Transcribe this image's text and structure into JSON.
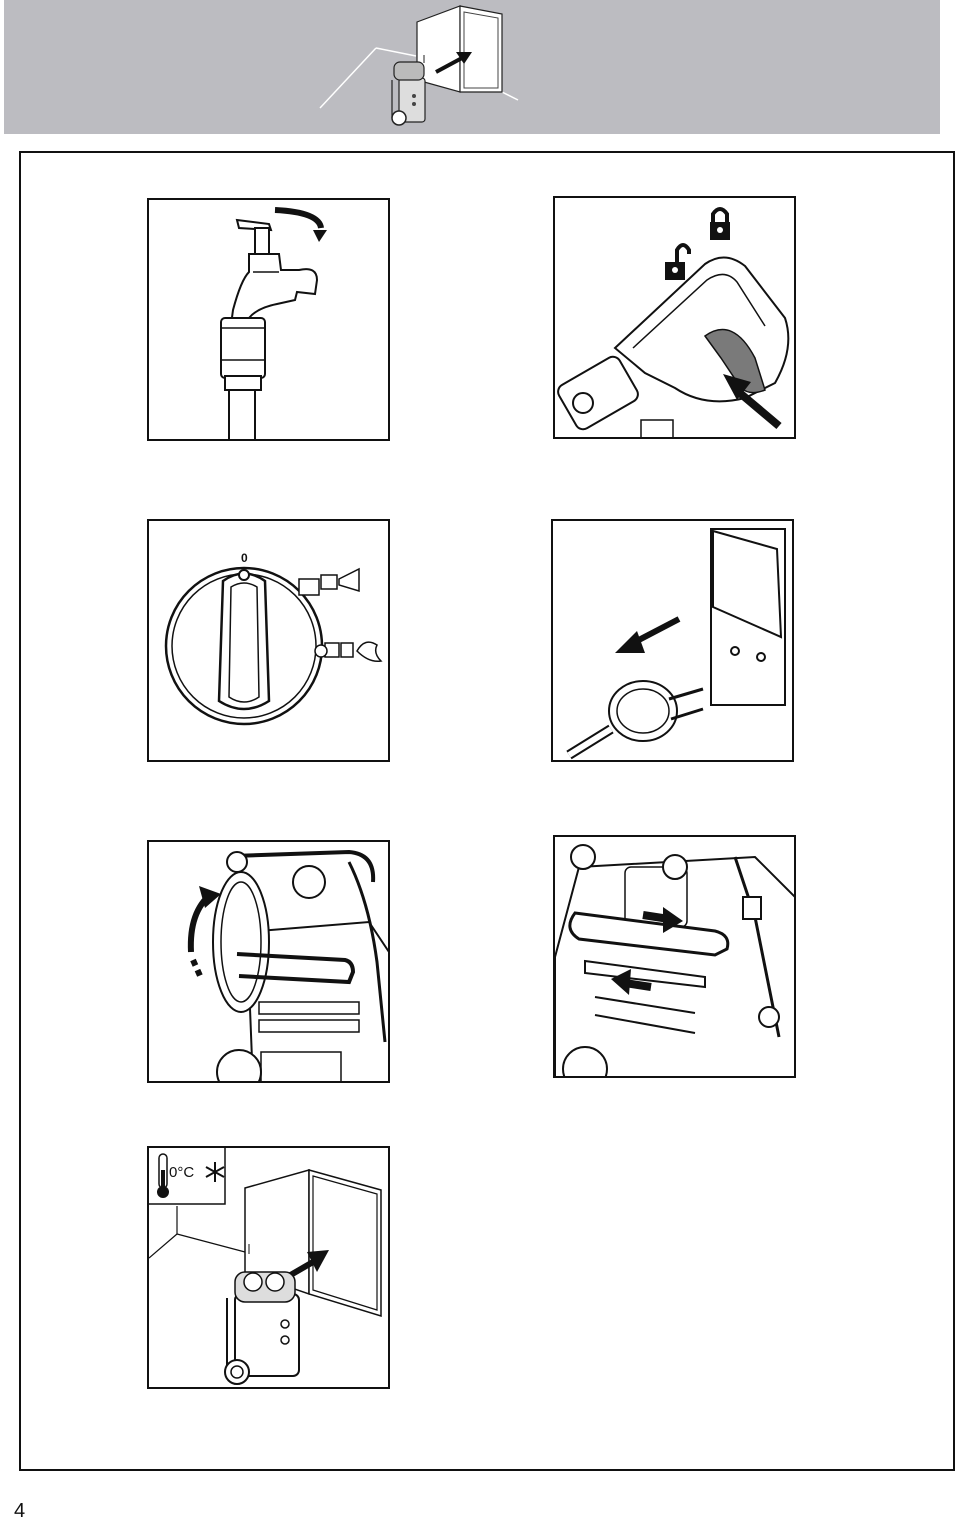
{
  "header": {
    "illustration": "pressure-washer-into-room"
  },
  "panels": [
    {
      "name": "close-water-tap",
      "icon": "tap-turn-icon"
    },
    {
      "name": "trigger-lock",
      "icon": "lock-icon"
    },
    {
      "name": "switch-off-dial",
      "icon": "rotary-switch-icon",
      "dial_label": "0"
    },
    {
      "name": "unplug-mains",
      "icon": "plug-icon"
    },
    {
      "name": "wind-hose",
      "icon": "hose-reel-icon"
    },
    {
      "name": "store-gun",
      "icon": "gun-holder-icon"
    },
    {
      "name": "frost-storage",
      "icon": "thermometer-icon",
      "temperature_label": "0°C",
      "snow_icon": "snowflake-icon"
    }
  ],
  "footer": {
    "page_number": "4"
  },
  "colors": {
    "header_band": "#bcbcc1",
    "line": "#111111",
    "trigger_grey": "#7a7a7a"
  }
}
